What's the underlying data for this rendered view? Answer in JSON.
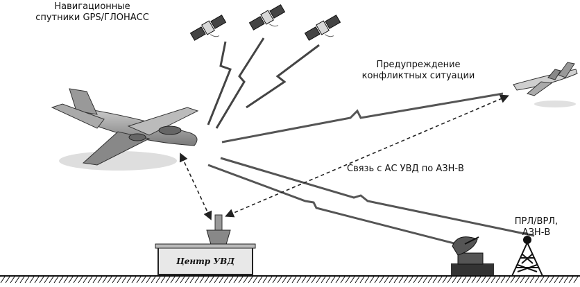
{
  "labels": {
    "satellites_line1": "Навигационные",
    "satellites_line2": "спутники GPS/ГЛОНАСС",
    "conflict_line1": "Предупреждение",
    "conflict_line2": "конфликтных ситуации",
    "datalink": "Связь с АС УВД по АЗН-В",
    "radar_line1": "ПРЛ/ВРЛ,",
    "radar_line2": "АЗН-В",
    "atc_center": "Центр УВД"
  },
  "icons": [
    "satellite-icon",
    "aircraft-icon",
    "radar-dish-icon",
    "radio-tower-icon",
    "atc-building-icon"
  ]
}
